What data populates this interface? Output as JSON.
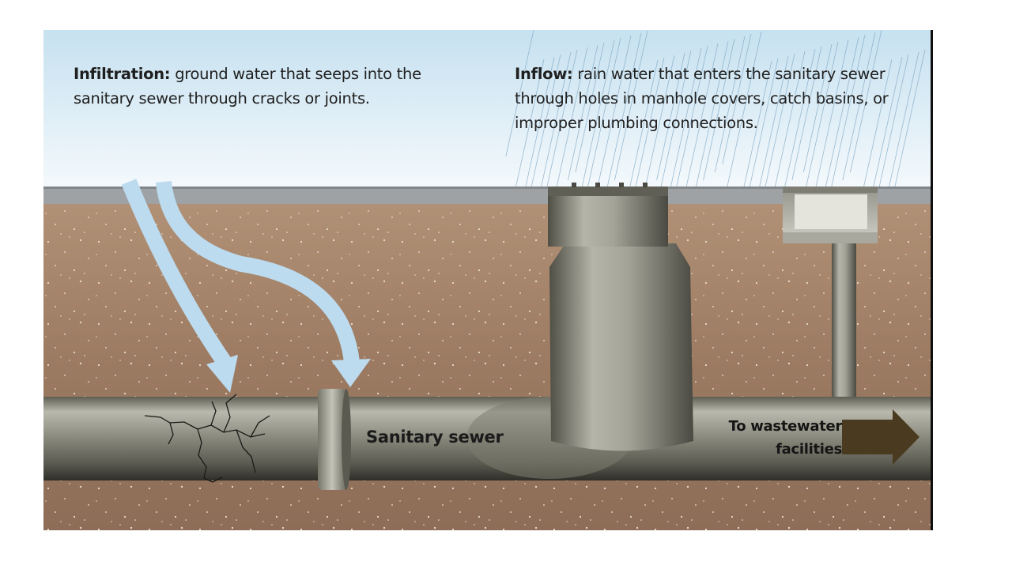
{
  "infiltration": {
    "term": "Infiltration:",
    "text": "ground water that seeps into the sanitary sewer through cracks or joints."
  },
  "inflow": {
    "term": "Inflow:",
    "text": "rain water that enters the sanitary sewer through holes in manhole covers, catch basins, or improper plumbing connections."
  },
  "pipe_label": "Sanitary sewer",
  "outflow": {
    "line1": "To wastewater",
    "line2": "facilities"
  },
  "colors": {
    "sky_top": "#c9e3f1",
    "sky_bottom": "#f3f9fc",
    "pavement": "#9b9fa3",
    "soil": "#a3826a",
    "pipe": "#8c8c80",
    "water_arrow": "#bcdbef",
    "outflow_arrow": "#4a3b20"
  }
}
